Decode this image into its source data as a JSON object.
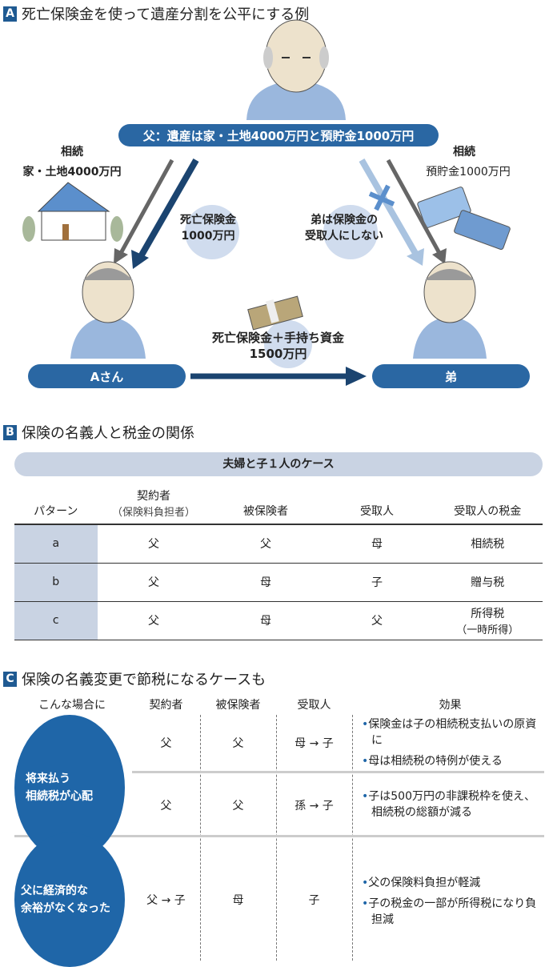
{
  "sectionA": {
    "badge": "A",
    "title": "死亡保険金を使って遺産分割を公平にする例",
    "father_banner": "父：遺産は家・土地4000万円と預貯金1000万円",
    "left_inherit": "相続",
    "left_asset": "家・土地4000万円",
    "right_inherit": "相続",
    "right_asset": "預貯金1000万円",
    "insurance_line1": "死亡保険金",
    "insurance_line2": "1000万円",
    "brother_note_line1": "弟は保険金の",
    "brother_note_line2": "受取人にしない",
    "transfer_line1": "死亡保険金＋手持ち資金",
    "transfer_line2": "1500万円",
    "person_a": "Aさん",
    "person_brother": "弟",
    "colors": {
      "dark_blue": "#2a67a3",
      "navy": "#1b4470",
      "light_blue": "#a9c3e0"
    }
  },
  "sectionB": {
    "badge": "B",
    "title": "保険の名義人と税金の関係",
    "case_label": "夫婦と子１人のケース",
    "headers": [
      "パターン",
      "契約者",
      "（保険料負担者）",
      "被保険者",
      "受取人",
      "受取人の税金"
    ],
    "rows": [
      {
        "pattern": "a",
        "contractor": "父",
        "insured": "父",
        "recipient": "母",
        "tax": "相続税",
        "tax_note": ""
      },
      {
        "pattern": "b",
        "contractor": "父",
        "insured": "母",
        "recipient": "子",
        "tax": "贈与税",
        "tax_note": ""
      },
      {
        "pattern": "c",
        "contractor": "父",
        "insured": "母",
        "recipient": "父",
        "tax": "所得税",
        "tax_note": "（一時所得）"
      }
    ]
  },
  "sectionC": {
    "badge": "C",
    "title": "保険の名義変更で節税になるケースも",
    "headers": [
      "こんな場合に",
      "契約者",
      "被保険者",
      "受取人",
      "効果"
    ],
    "cases": [
      {
        "line1": "将来払う",
        "line2": "相続税が心配"
      },
      {
        "line1": "父に経済的な",
        "line2": "余裕がなくなった"
      }
    ],
    "rows": [
      {
        "contractor": "父",
        "insured": "父",
        "recipient": "母 → 子",
        "effects": [
          "保険金は子の相続税支払いの原資に",
          "母は相続税の特例が使える"
        ]
      },
      {
        "contractor": "父",
        "insured": "父",
        "recipient": "孫 → 子",
        "effects": [
          "子は500万円の非課税枠を使え、相続税の総額が減る"
        ]
      },
      {
        "contractor": "父 → 子",
        "insured": "母",
        "recipient": "子",
        "effects": [
          "父の保険料負担が軽減",
          "子の税金の一部が所得税になり負担減"
        ]
      }
    ]
  }
}
